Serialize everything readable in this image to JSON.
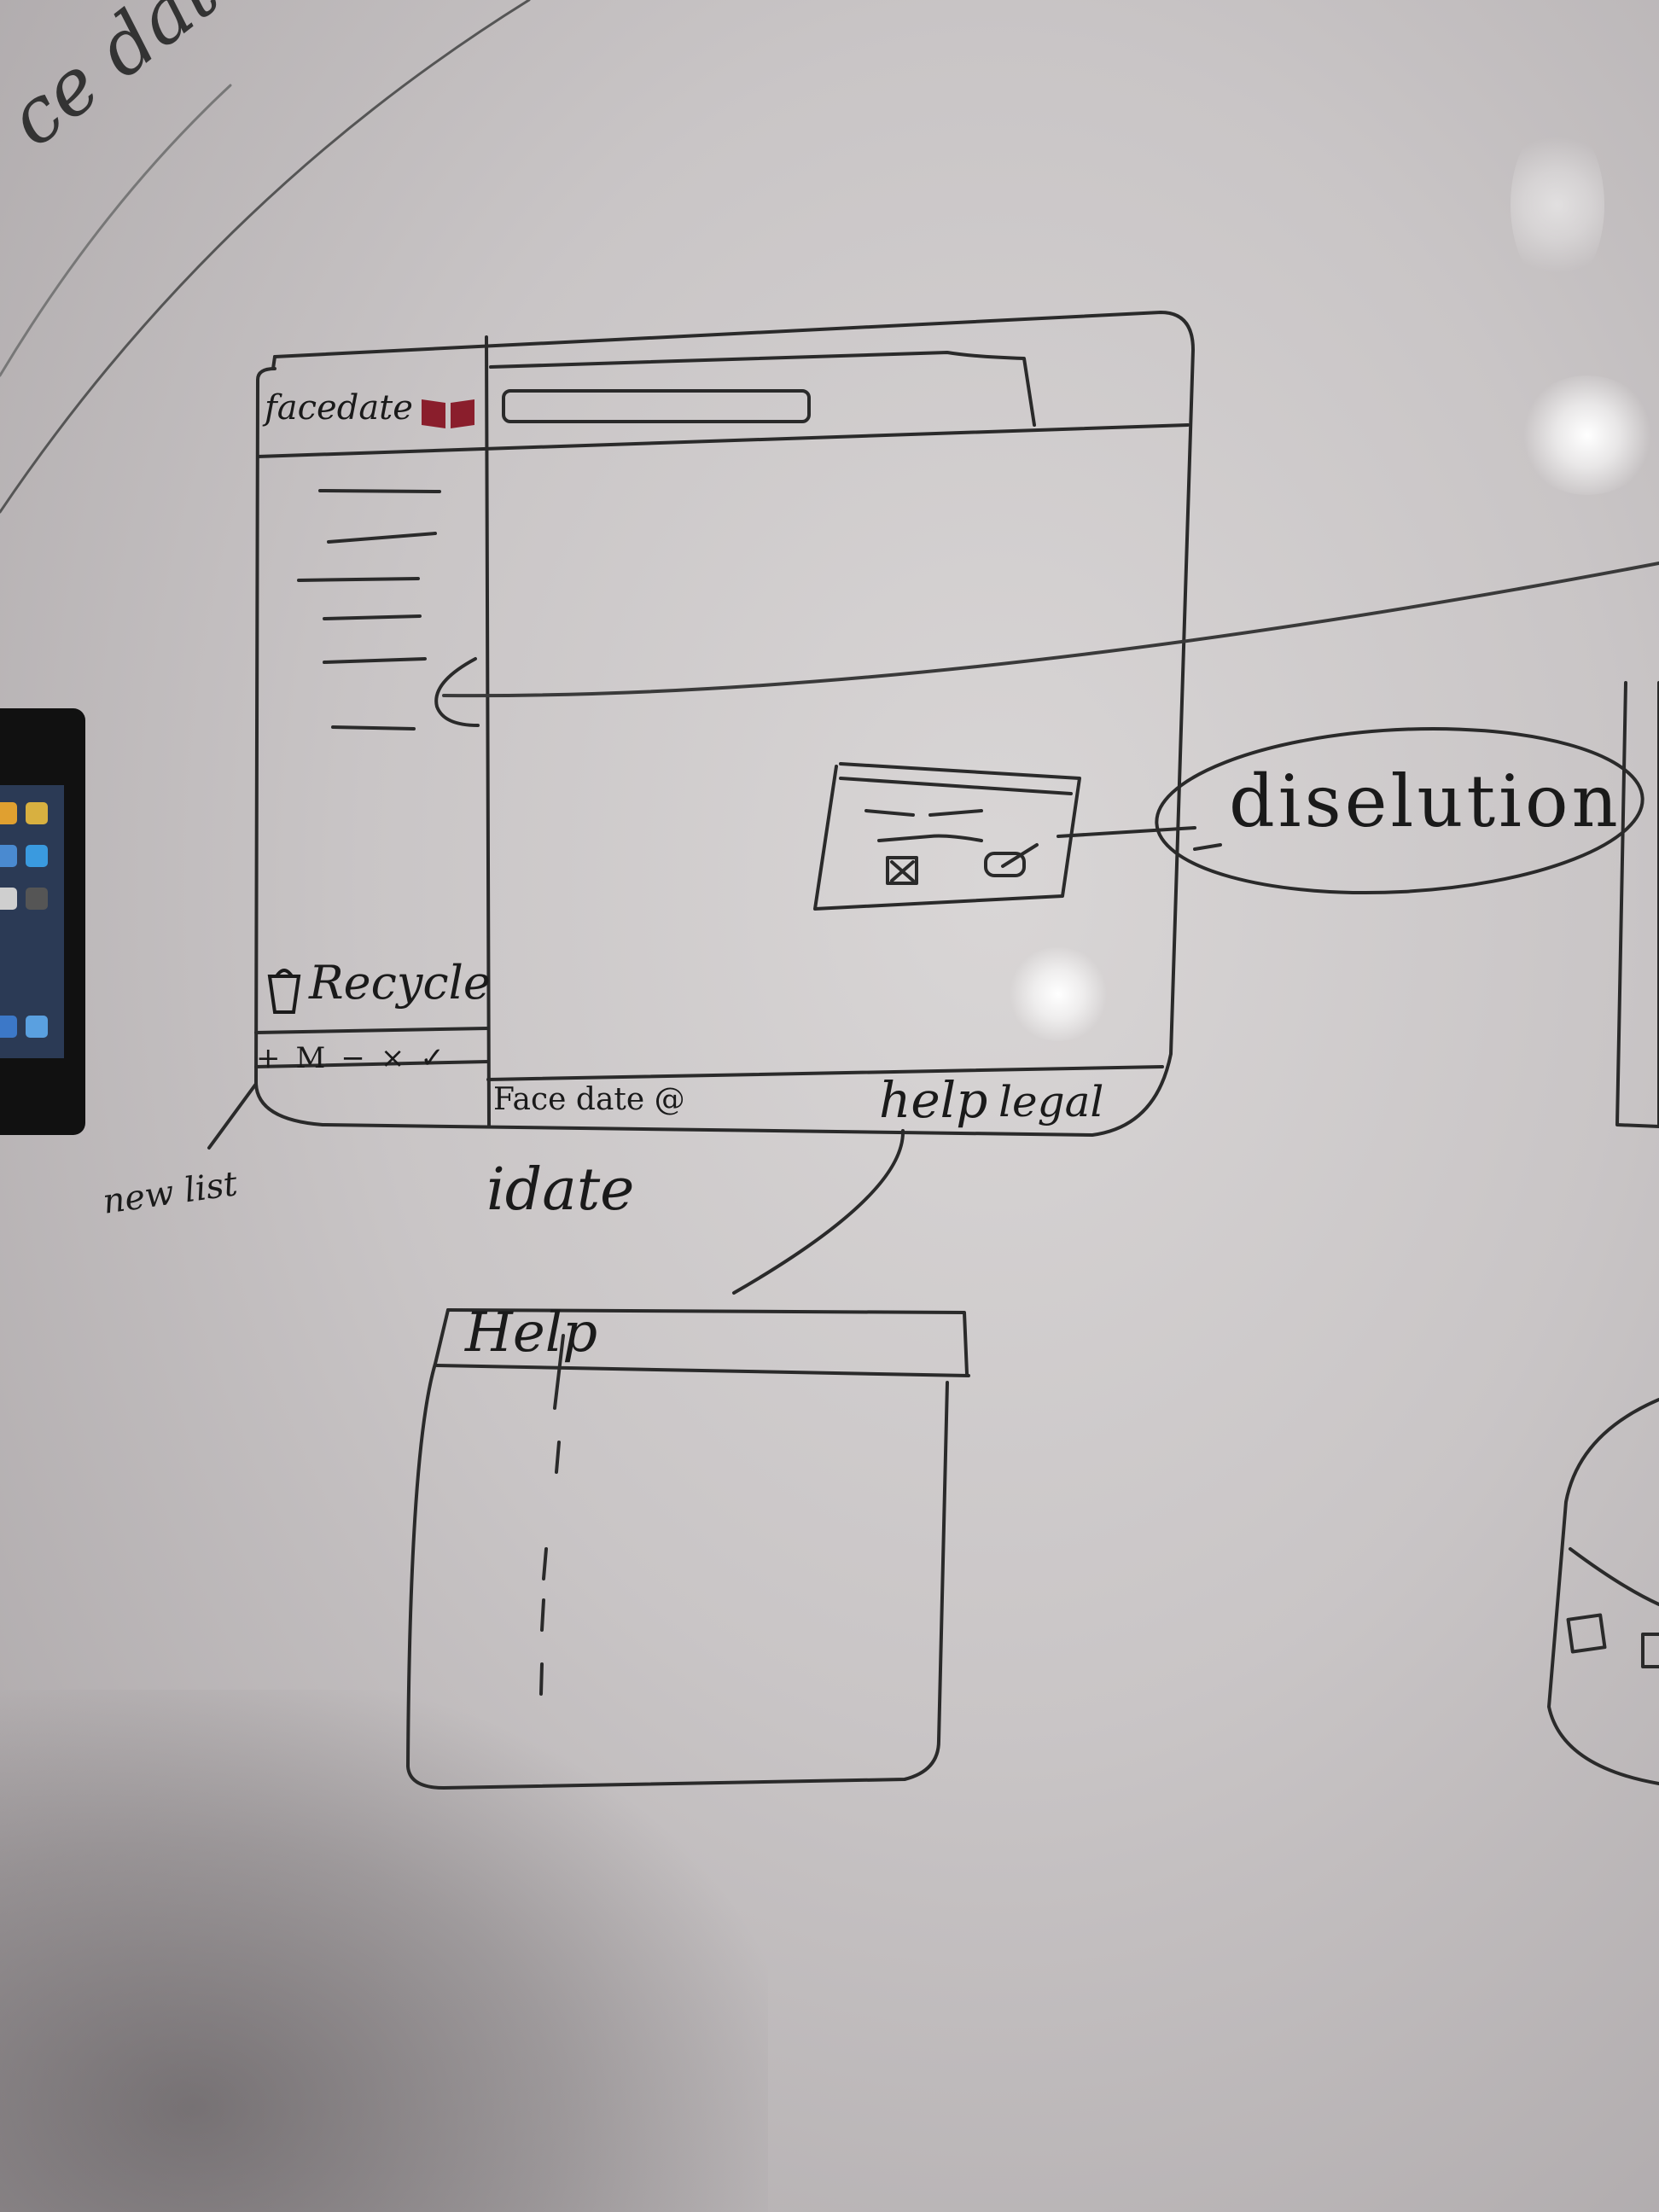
{
  "top_arc_label": "ce date",
  "window": {
    "app_title": "facedate",
    "recycle_label": "Recycle",
    "toolbar": [
      "+",
      "M",
      "−",
      "×",
      "✓"
    ],
    "footer_left": "Face date @",
    "footer_links": [
      "help",
      "legal"
    ]
  },
  "dialog_callout": "diselution",
  "annotations": {
    "new_list": "new list",
    "idate": "idate"
  },
  "help_window": {
    "title": "Help"
  },
  "icons": [
    "book-icon",
    "recycle-bin-icon",
    "search-box",
    "check-icon",
    "close-icon"
  ]
}
